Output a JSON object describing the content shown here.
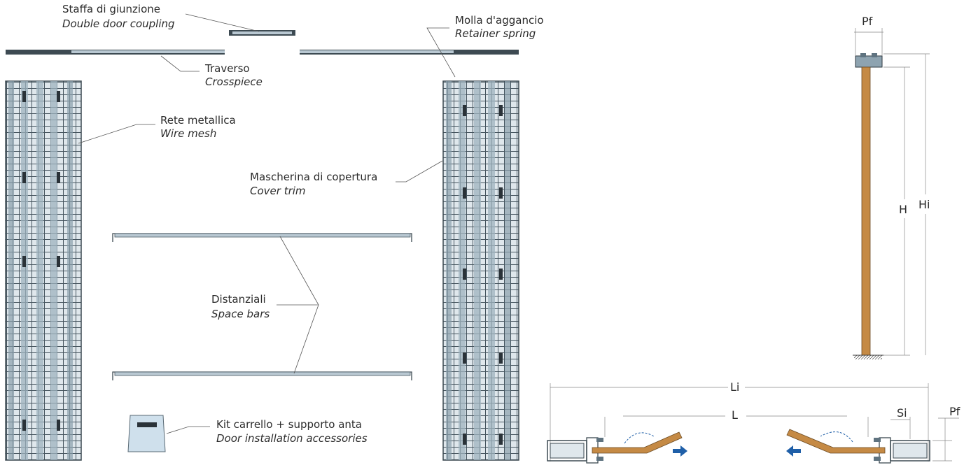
{
  "labels": {
    "coupling": {
      "it": "Staffa di giunzione",
      "en": "Double door coupling"
    },
    "crosspiece": {
      "it": "Traverso",
      "en": "Crosspiece"
    },
    "spring": {
      "it": "Molla d'aggancio",
      "en": "Retainer spring"
    },
    "mesh": {
      "it": "Rete metallica",
      "en": "Wire mesh"
    },
    "trim": {
      "it": "Mascherina di copertura",
      "en": "Cover trim"
    },
    "spacers": {
      "it": "Distanziali",
      "en": "Space bars"
    },
    "kit": {
      "it": "Kit carrello + supporto anta",
      "en": "Door installation accessories"
    }
  },
  "dimensions": {
    "pf_top": "Pf",
    "h": "H",
    "hi": "Hi",
    "li": "Li",
    "l": "L",
    "si": "Si",
    "pf_side": "Pf"
  },
  "colors": {
    "steel": "#6e8594",
    "steel_light": "#b9c8d2",
    "door_wood": "#c58a45",
    "arrow_blue": "#1f5fa8"
  }
}
